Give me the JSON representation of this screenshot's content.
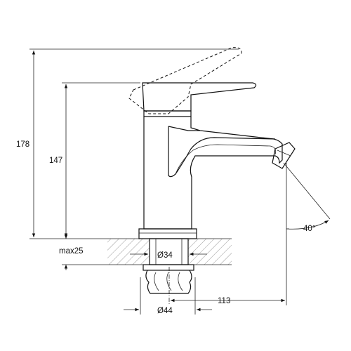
{
  "drawing": {
    "dimensions": {
      "overall_height": "178",
      "spout_height": "147",
      "max_thickness": "max25",
      "hole_diameter": "Ø34",
      "base_diameter": "Ø44",
      "spout_reach": "113",
      "spout_angle": "40°"
    }
  }
}
